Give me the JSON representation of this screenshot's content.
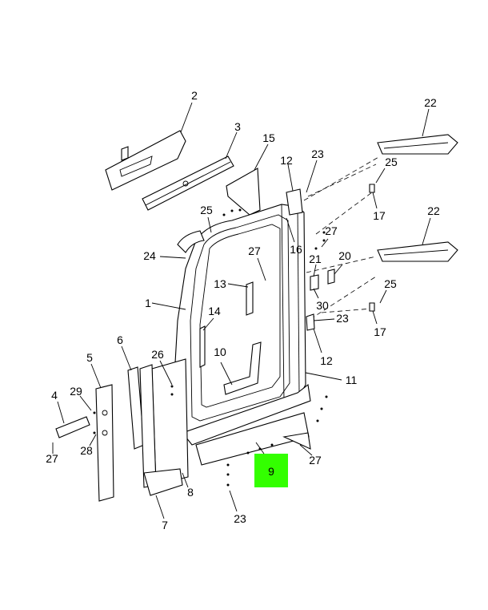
{
  "diagram": {
    "highlight_color": "#33ff00",
    "callouts": [
      {
        "id": "c2",
        "text": "2"
      },
      {
        "id": "c3",
        "text": "3"
      },
      {
        "id": "c15",
        "text": "15"
      },
      {
        "id": "c12a",
        "text": "12"
      },
      {
        "id": "c23a",
        "text": "23"
      },
      {
        "id": "c22a",
        "text": "22"
      },
      {
        "id": "c25a",
        "text": "25"
      },
      {
        "id": "c17a",
        "text": "17"
      },
      {
        "id": "c25b",
        "text": "25"
      },
      {
        "id": "c22b",
        "text": "22"
      },
      {
        "id": "c24",
        "text": "24"
      },
      {
        "id": "c27a",
        "text": "27"
      },
      {
        "id": "c16",
        "text": "16"
      },
      {
        "id": "c27b",
        "text": "27"
      },
      {
        "id": "c21",
        "text": "21"
      },
      {
        "id": "c20",
        "text": "20"
      },
      {
        "id": "c13",
        "text": "13"
      },
      {
        "id": "c30",
        "text": "30"
      },
      {
        "id": "c25c",
        "text": "25"
      },
      {
        "id": "c1",
        "text": "1"
      },
      {
        "id": "c23b",
        "text": "23"
      },
      {
        "id": "c14",
        "text": "14"
      },
      {
        "id": "c17b",
        "text": "17"
      },
      {
        "id": "c6",
        "text": "6"
      },
      {
        "id": "c26",
        "text": "26"
      },
      {
        "id": "c12b",
        "text": "12"
      },
      {
        "id": "c10",
        "text": "10"
      },
      {
        "id": "c5",
        "text": "5"
      },
      {
        "id": "c11",
        "text": "11"
      },
      {
        "id": "c29",
        "text": "29"
      },
      {
        "id": "c4",
        "text": "4"
      },
      {
        "id": "c28",
        "text": "28"
      },
      {
        "id": "c27c",
        "text": "27"
      },
      {
        "id": "c27d",
        "text": "27"
      },
      {
        "id": "c8",
        "text": "8"
      },
      {
        "id": "c7",
        "text": "7"
      },
      {
        "id": "c23c",
        "text": "23"
      }
    ],
    "highlighted_callout": {
      "text": "9"
    }
  }
}
